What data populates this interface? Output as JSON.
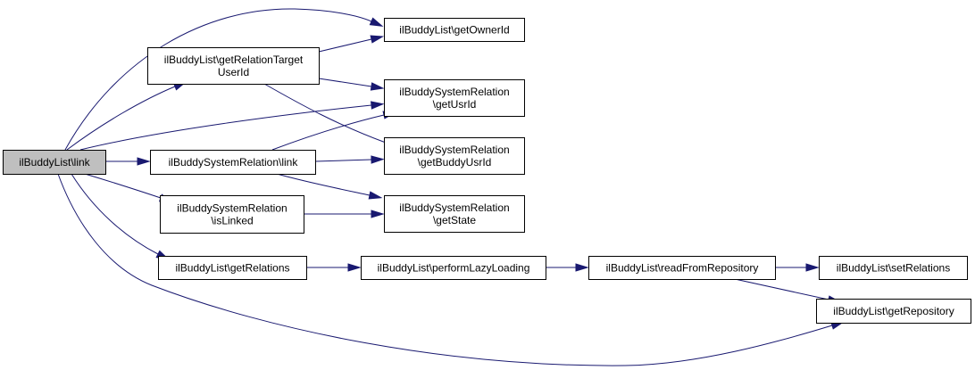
{
  "diagram": {
    "nodes": [
      {
        "id": "link",
        "lines": [
          "ilBuddyList\\link"
        ],
        "root": true
      },
      {
        "id": "getOwnerId",
        "lines": [
          "ilBuddyList\\getOwnerId"
        ]
      },
      {
        "id": "getRelationTargetUserId",
        "lines": [
          "ilBuddyList\\getRelationTarget",
          "UserId"
        ]
      },
      {
        "id": "getUsrId",
        "lines": [
          "ilBuddySystemRelation",
          "\\getUsrId"
        ]
      },
      {
        "id": "relLink",
        "lines": [
          "ilBuddySystemRelation\\link"
        ]
      },
      {
        "id": "getBuddyUsrId",
        "lines": [
          "ilBuddySystemRelation",
          "\\getBuddyUsrId"
        ]
      },
      {
        "id": "isLinked",
        "lines": [
          "ilBuddySystemRelation",
          "\\isLinked"
        ]
      },
      {
        "id": "getState",
        "lines": [
          "ilBuddySystemRelation",
          "\\getState"
        ]
      },
      {
        "id": "getRelations",
        "lines": [
          "ilBuddyList\\getRelations"
        ]
      },
      {
        "id": "performLazyLoading",
        "lines": [
          "ilBuddyList\\performLazyLoading"
        ]
      },
      {
        "id": "readFromRepository",
        "lines": [
          "ilBuddyList\\readFromRepository"
        ]
      },
      {
        "id": "setRelations",
        "lines": [
          "ilBuddyList\\setRelations"
        ]
      },
      {
        "id": "getRepository",
        "lines": [
          "ilBuddyList\\getRepository"
        ]
      }
    ],
    "edges": [
      {
        "from": "link",
        "to": "getOwnerId"
      },
      {
        "from": "link",
        "to": "getRelationTargetUserId"
      },
      {
        "from": "link",
        "to": "getUsrId"
      },
      {
        "from": "link",
        "to": "relLink"
      },
      {
        "from": "link",
        "to": "isLinked"
      },
      {
        "from": "link",
        "to": "getRelations"
      },
      {
        "from": "link",
        "to": "getRepository"
      },
      {
        "from": "getRelationTargetUserId",
        "to": "getOwnerId"
      },
      {
        "from": "getRelationTargetUserId",
        "to": "getUsrId"
      },
      {
        "from": "getRelationTargetUserId",
        "to": "getBuddyUsrId"
      },
      {
        "from": "relLink",
        "to": "getUsrId"
      },
      {
        "from": "relLink",
        "to": "getBuddyUsrId"
      },
      {
        "from": "relLink",
        "to": "getState"
      },
      {
        "from": "isLinked",
        "to": "getState"
      },
      {
        "from": "getRelations",
        "to": "performLazyLoading"
      },
      {
        "from": "performLazyLoading",
        "to": "readFromRepository"
      },
      {
        "from": "readFromRepository",
        "to": "setRelations"
      },
      {
        "from": "readFromRepository",
        "to": "getRepository"
      }
    ]
  }
}
